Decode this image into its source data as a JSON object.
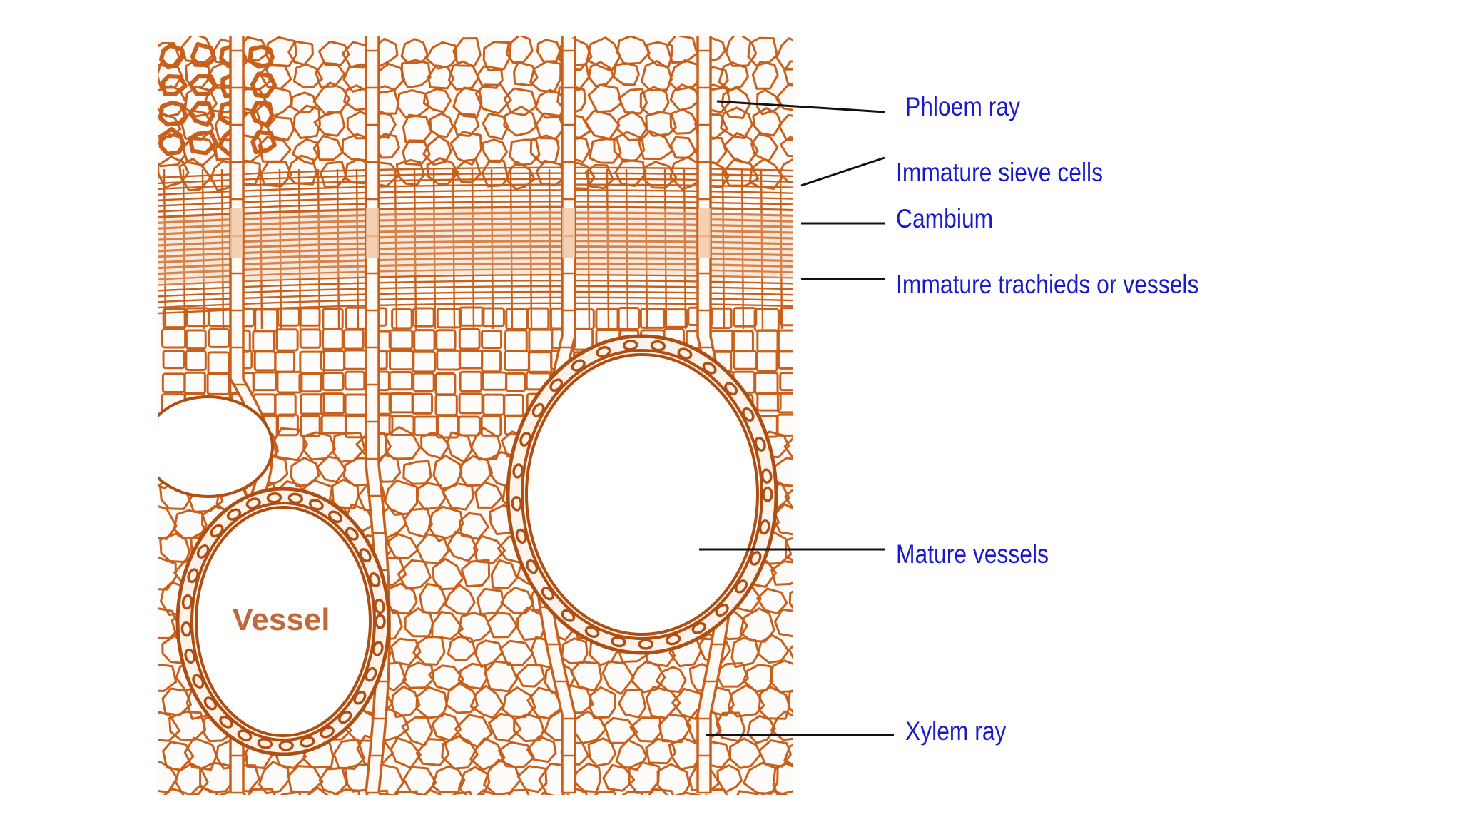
{
  "diagram": {
    "inline_label": "Vessel",
    "labels": [
      {
        "key": "phloem-ray",
        "text": "Phloem ray"
      },
      {
        "key": "immature-sieve-cells",
        "text": "Immature sieve cells"
      },
      {
        "key": "cambium",
        "text": "Cambium"
      },
      {
        "key": "immature-trachieds",
        "text": "Immature trachieds or vessels"
      },
      {
        "key": "mature-vessels",
        "text": "Mature vessels"
      },
      {
        "key": "xylem-ray",
        "text": "Xylem ray"
      }
    ]
  },
  "colors": {
    "label": "#1a1acd",
    "wall": "#c8601c",
    "wall_dark": "#b04d10",
    "cambium_fill": "#f2c6a2",
    "leader": "#111111"
  }
}
